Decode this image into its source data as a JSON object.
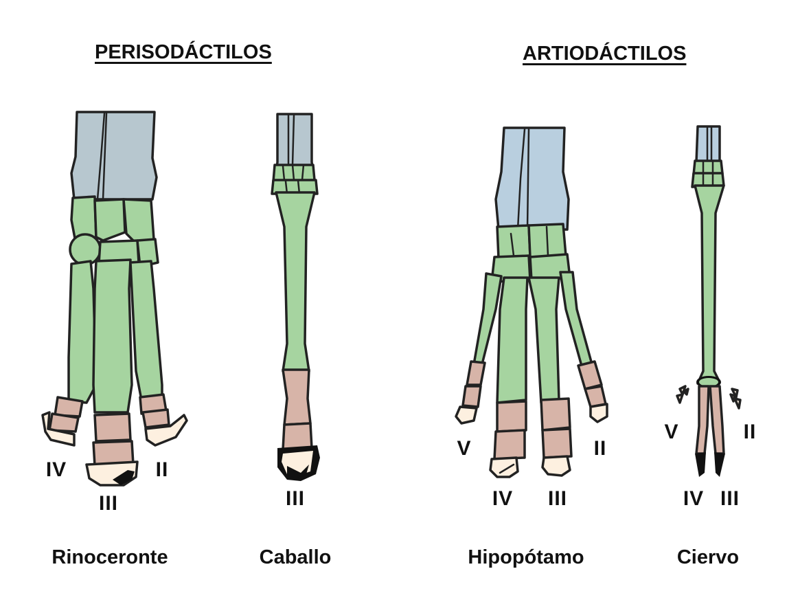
{
  "groups": {
    "perissodactyls": {
      "title": "PERISODÁCTILOS"
    },
    "artiodactyls": {
      "title": "ARTIODÁCTILOS"
    }
  },
  "animals": {
    "rhino": {
      "name": "Rinoceronte",
      "digits": [
        "IV",
        "III",
        "II"
      ]
    },
    "horse": {
      "name": "Caballo",
      "digits": [
        "III"
      ]
    },
    "hippo": {
      "name": "Hipopótamo",
      "digits": [
        "V",
        "IV",
        "III",
        "II"
      ]
    },
    "deer": {
      "name": "Ciervo",
      "digits": [
        "V",
        "IV",
        "III",
        "II"
      ]
    }
  },
  "colors": {
    "forearm_bone": "#b7c7cf",
    "forearm_bone_hippo": "#b9cfdf",
    "carpal_metacarpal": "#a6d4a0",
    "phalanx": "#d7b4a8",
    "hoof": "#fdf0e0",
    "outline": "#222222"
  }
}
